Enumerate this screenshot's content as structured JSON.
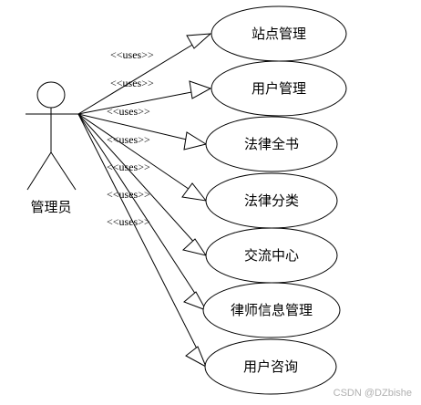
{
  "actor": {
    "label": "管理员"
  },
  "stereotype": "<<uses>>",
  "use_cases": [
    {
      "label": "站点管理"
    },
    {
      "label": "用户管理"
    },
    {
      "label": "法律全书"
    },
    {
      "label": "法律分类"
    },
    {
      "label": "交流中心"
    },
    {
      "label": "律师信息管理"
    },
    {
      "label": "用户咨询"
    }
  ],
  "watermark": "CSDN @DZbishe"
}
